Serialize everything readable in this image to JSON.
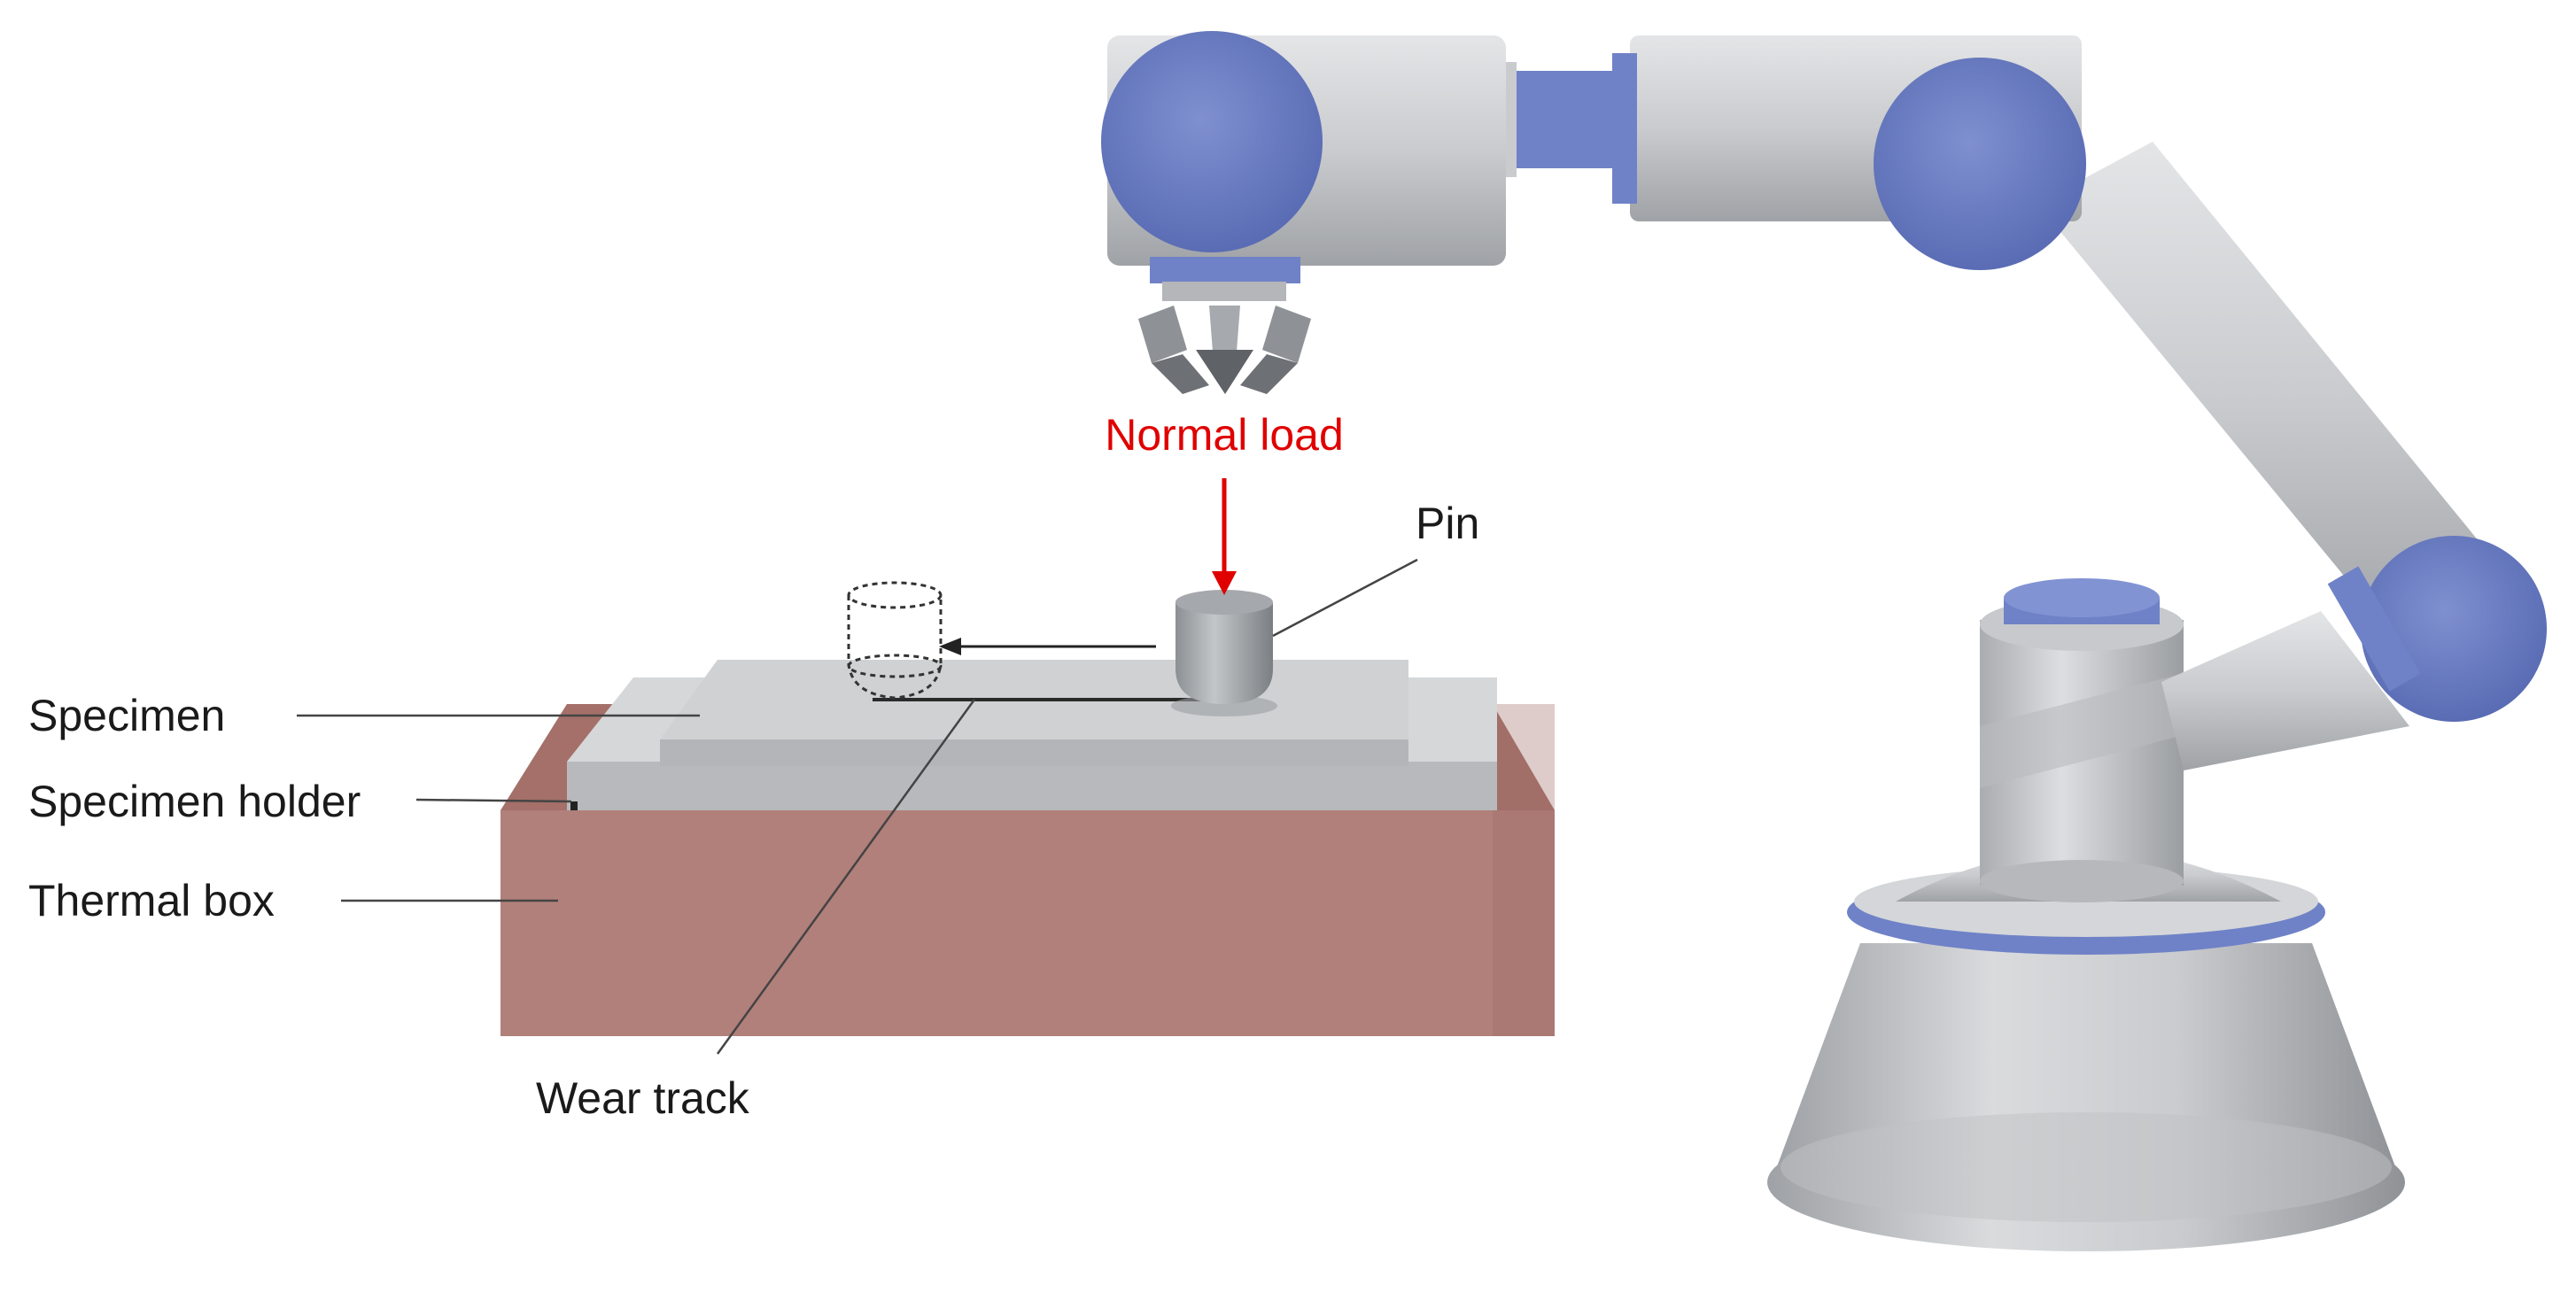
{
  "labels": {
    "normal_load": "Normal load",
    "pin": "Pin",
    "specimen": "Specimen",
    "specimen_holder": "Specimen holder",
    "thermal_box": "Thermal box",
    "wear_track": "Wear track"
  },
  "colors": {
    "normal_load": "#e00000",
    "arm_grey": "#c8cacd",
    "arm_blue": "#6f82c7",
    "thermal_box": "#b1807a",
    "plate": "#c6c8ca"
  }
}
